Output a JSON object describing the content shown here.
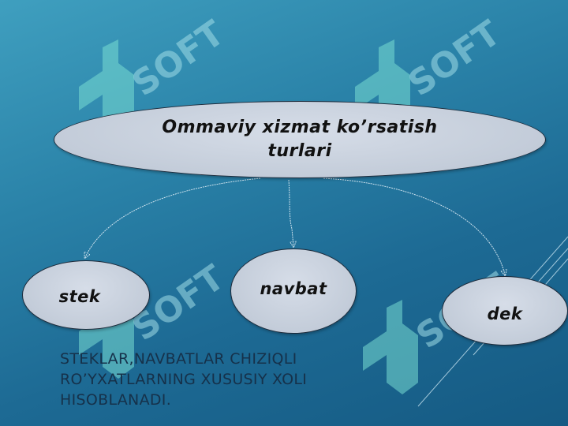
{
  "diagram": {
    "root": {
      "label": "Ommaviy xizmat ko’rsatish turlari"
    },
    "children": [
      {
        "id": "stek",
        "label": "stek"
      },
      {
        "id": "navbat",
        "label": "navbat"
      },
      {
        "id": "dek",
        "label": "dek"
      }
    ]
  },
  "caption": "STEKLAR,NAVBATLAR CHIZIQLI RO’YXATLARNING XUSUSIY XOLI HISOBLANADI.",
  "watermark": {
    "text": "SOFT"
  },
  "colors": {
    "background_top": "#3f9fbf",
    "background_bottom": "#155a83",
    "node_fill": "#c3ccd9",
    "node_border": "#1d2a3a",
    "connector": "#cfe3ee",
    "caption_text": "#16314a"
  }
}
